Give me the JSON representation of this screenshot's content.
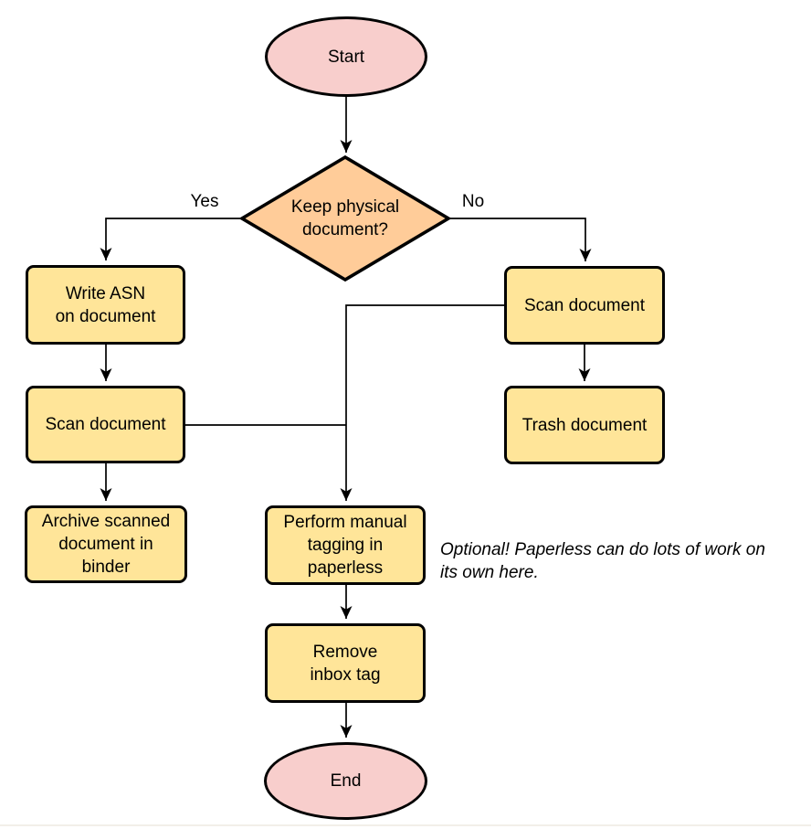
{
  "diagram": {
    "type": "flowchart",
    "background": "#ffffff",
    "colors": {
      "terminal_fill": "#F8CECC",
      "decision_fill": "#FFCC99",
      "process_fill": "#FFE599",
      "stroke": "#000000",
      "text": "#000000"
    },
    "nodes": {
      "start": {
        "shape": "ellipse",
        "label": "Start"
      },
      "decision_keep_physical": {
        "shape": "diamond",
        "label": "Keep physical\ndocument?"
      },
      "write_asn": {
        "shape": "rect",
        "label": "Write ASN\non document"
      },
      "scan_document_left": {
        "shape": "rect",
        "label": "Scan document"
      },
      "archive_binder": {
        "shape": "rect",
        "label": "Archive scanned\ndocument in\nbinder"
      },
      "scan_document_right": {
        "shape": "rect",
        "label": "Scan document"
      },
      "trash_document": {
        "shape": "rect",
        "label": "Trash document"
      },
      "manual_tagging": {
        "shape": "rect",
        "label": "Perform manual\ntagging in\npaperless"
      },
      "remove_inbox_tag": {
        "shape": "rect",
        "label": "Remove\ninbox tag"
      },
      "end": {
        "shape": "ellipse",
        "label": "End"
      }
    },
    "edge_labels": {
      "yes": "Yes",
      "no": "No"
    },
    "edges": [
      {
        "from": "start",
        "to": "decision_keep_physical"
      },
      {
        "from": "decision_keep_physical",
        "to": "write_asn",
        "label": "Yes"
      },
      {
        "from": "decision_keep_physical",
        "to": "scan_document_right",
        "label": "No"
      },
      {
        "from": "write_asn",
        "to": "scan_document_left"
      },
      {
        "from": "scan_document_left",
        "to": "archive_binder"
      },
      {
        "from": "scan_document_left",
        "to": "manual_tagging"
      },
      {
        "from": "scan_document_right",
        "to": "trash_document"
      },
      {
        "from": "scan_document_right",
        "to": "manual_tagging"
      },
      {
        "from": "manual_tagging",
        "to": "remove_inbox_tag"
      },
      {
        "from": "remove_inbox_tag",
        "to": "end"
      }
    ],
    "annotation": "Optional! Paperless can do lots of work on\nits own here."
  }
}
